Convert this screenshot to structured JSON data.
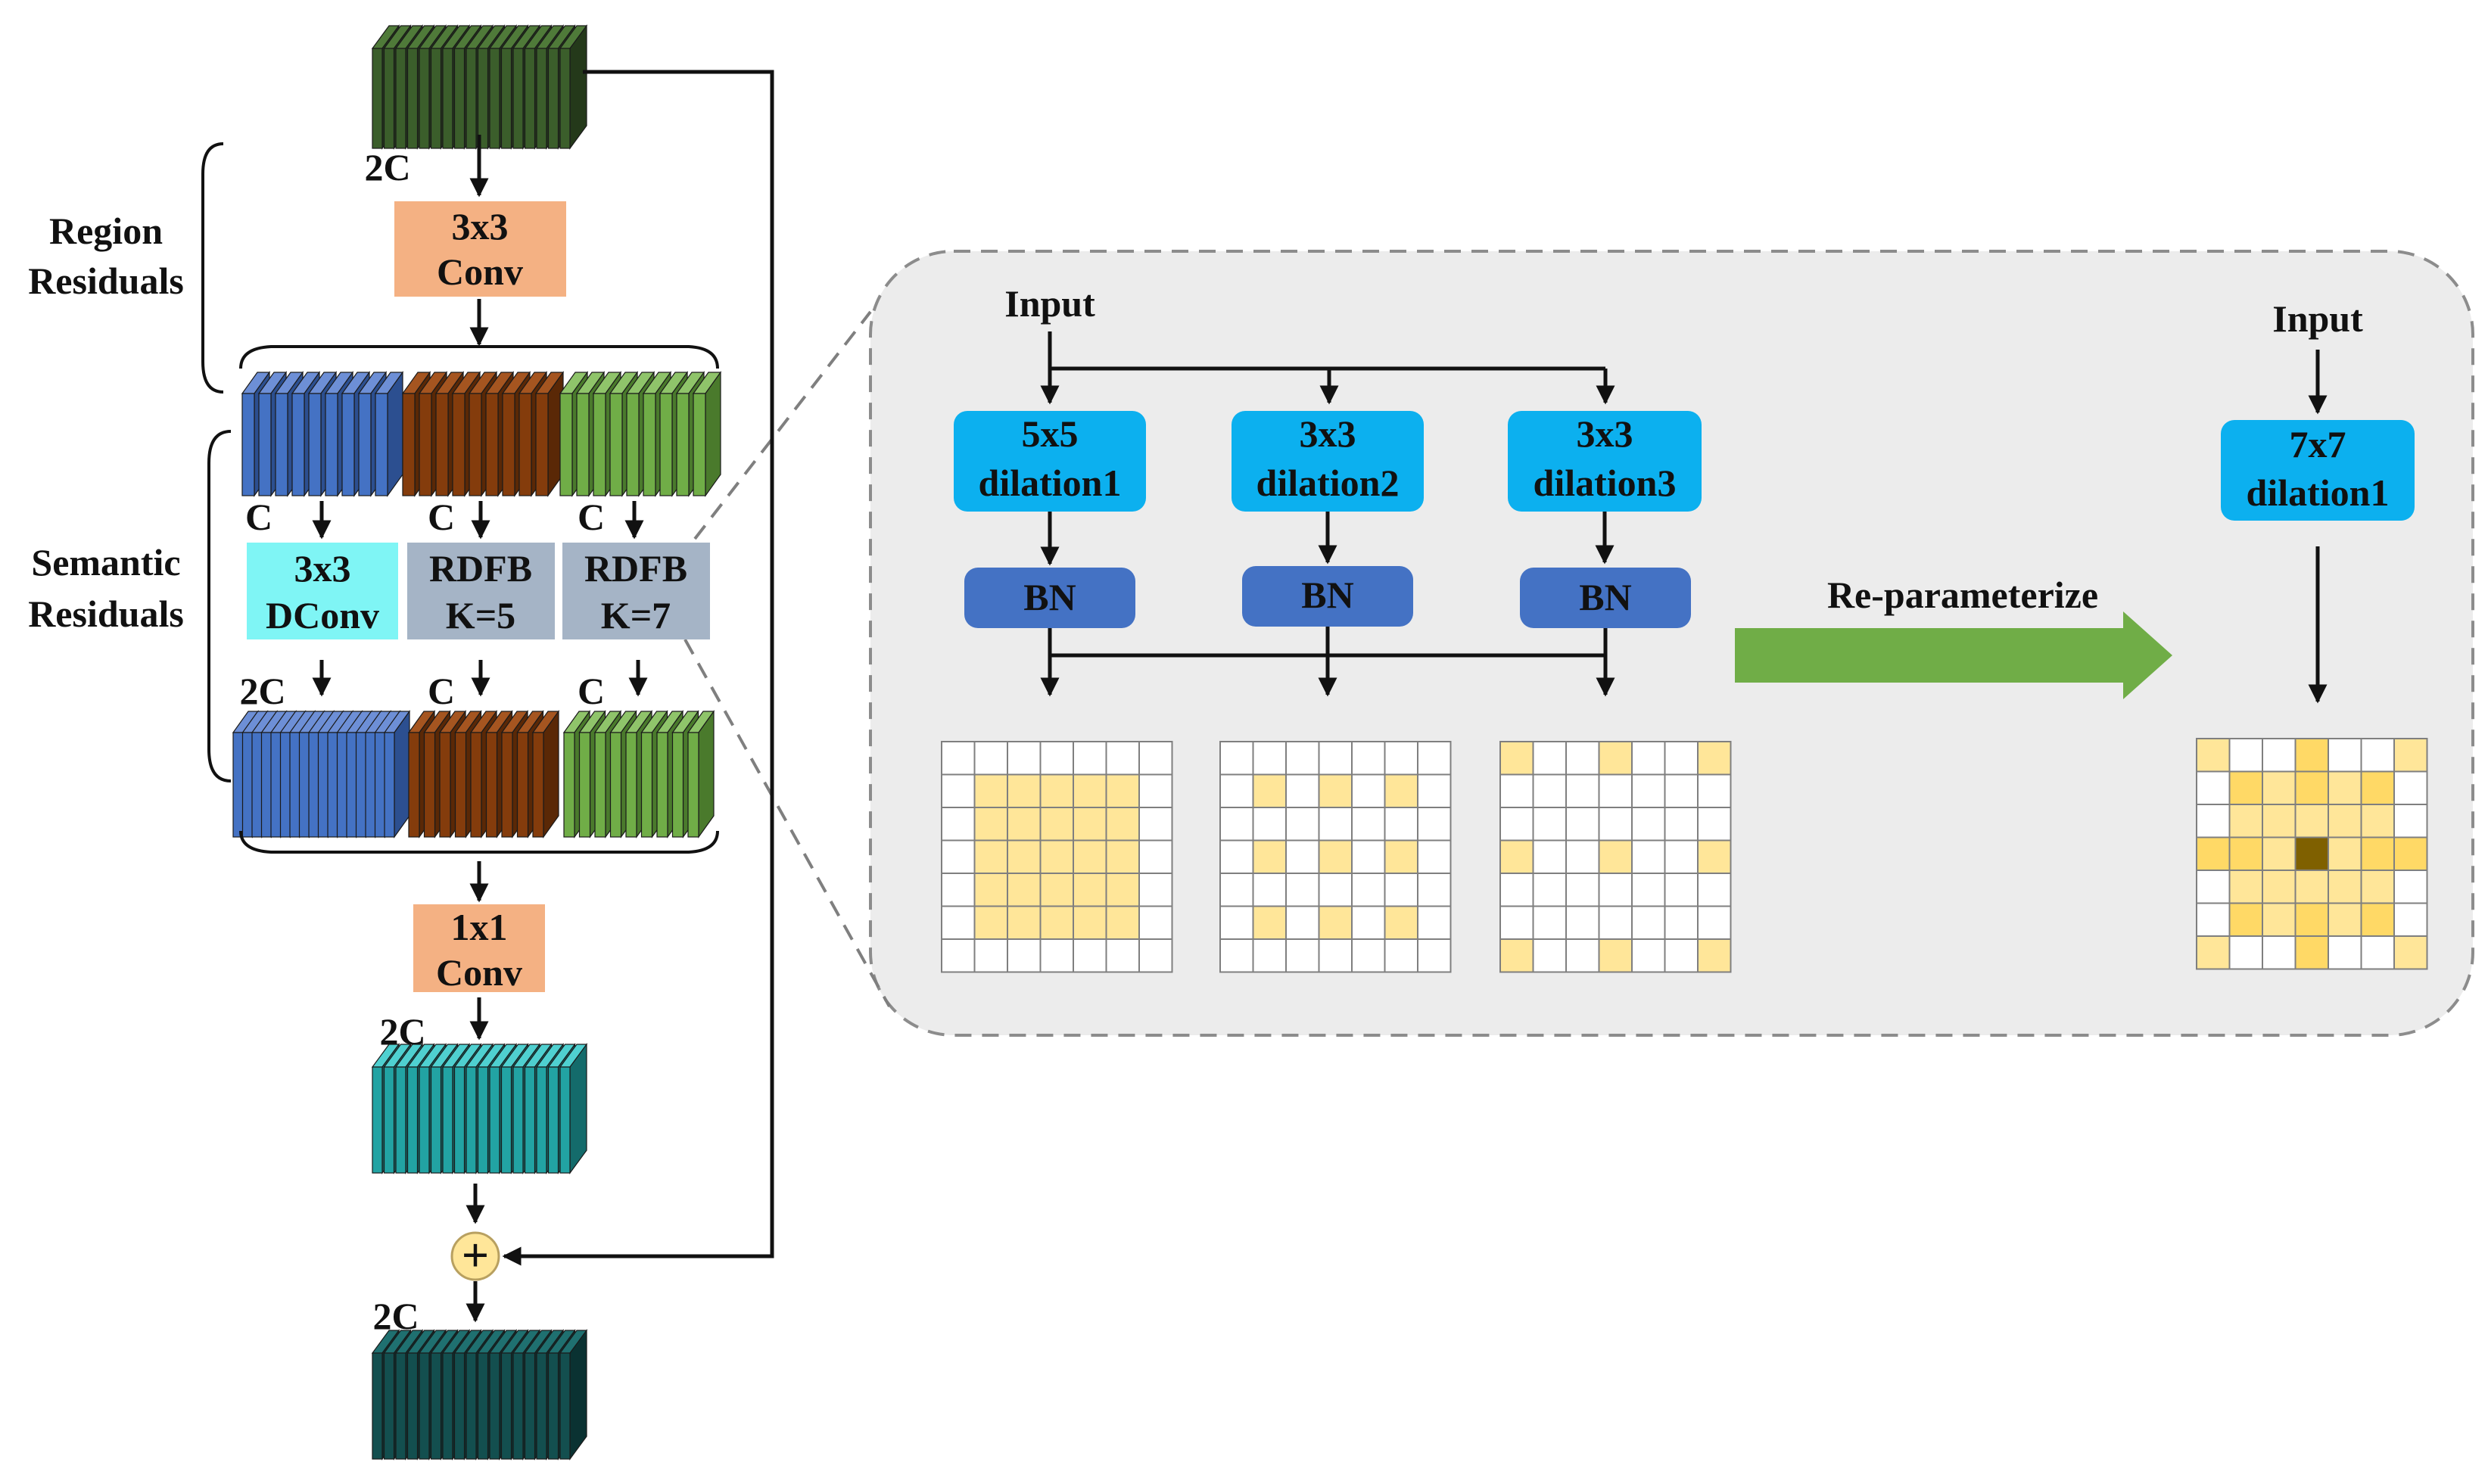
{
  "labels": {
    "region_residuals": [
      "Region",
      "Residuals"
    ],
    "semantic_residuals": [
      "Semantic",
      "Residuals"
    ],
    "channel_2c": "2C",
    "channel_c": "C",
    "add_symbol": "+"
  },
  "blocks": {
    "conv3x3": [
      "3x3",
      "Conv"
    ],
    "dconv": [
      "3x3",
      "DConv"
    ],
    "rdfb5": [
      "RDFB",
      "K=5"
    ],
    "rdfb7": [
      "RDFB",
      "K=7"
    ],
    "conv1x1": [
      "1x1",
      "Conv"
    ]
  },
  "detail": {
    "input_label": "Input",
    "branches": [
      {
        "conv": [
          "5x5",
          "dilation1"
        ],
        "norm": "BN"
      },
      {
        "conv": [
          "3x3",
          "dilation2"
        ],
        "norm": "BN"
      },
      {
        "conv": [
          "3x3",
          "dilation3"
        ],
        "norm": "BN"
      }
    ],
    "reparam_label": "Re-parameterize",
    "merged_input_label": "Input",
    "merged_conv": [
      "7x7",
      "dilation1"
    ]
  },
  "colors": {
    "conv_orange": "#f4b183",
    "dconv_cyan": "#7ff5f5",
    "rdfb_gray": "#a5b4c6",
    "branch_blue": "#0cb0ef",
    "bn_blue": "#4472c4",
    "arrow_green": "#70ad47",
    "kernel_yellow": "#ffe699",
    "kernel_center": "#7f6000",
    "panel_gray": "#ececec"
  }
}
